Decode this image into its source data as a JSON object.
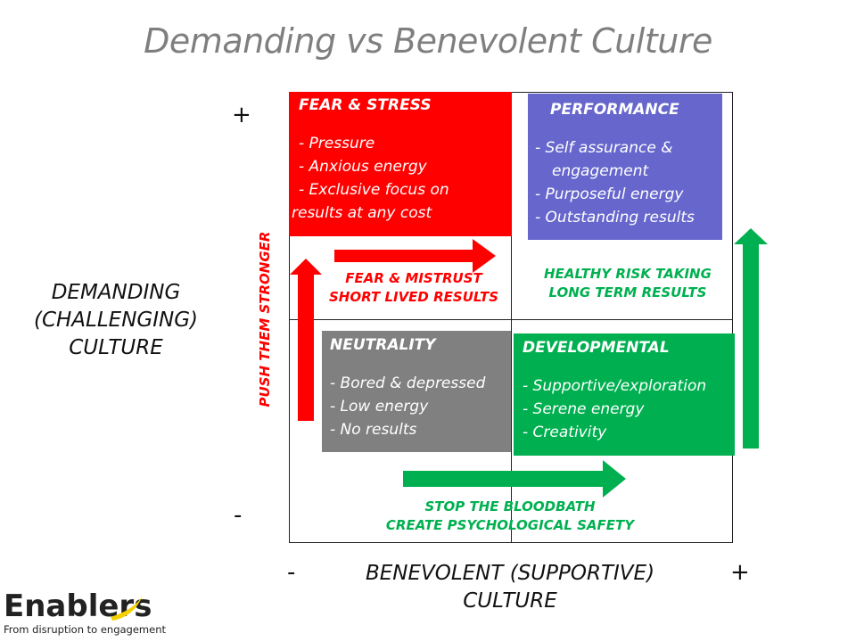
{
  "title": "Demanding vs Benevolent Culture",
  "quadrants": {
    "fear": {
      "heading": "FEAR & STRESS",
      "items": [
        "- Pressure",
        "- Anxious energy",
        "- Exclusive focus on",
        "results at any cost"
      ],
      "color": "#ff0000"
    },
    "performance": {
      "heading": "PERFORMANCE",
      "items": [
        "- Self assurance &",
        "engagement",
        "- Purposeful energy",
        "- Outstanding results"
      ],
      "color": "#6666cc"
    },
    "neutrality": {
      "heading": "NEUTRALITY",
      "items": [
        "- Bored & depressed",
        "- Low energy",
        "- No results"
      ],
      "color": "#808080"
    },
    "developmental": {
      "heading": "DEVELOPMENTAL",
      "items": [
        "- Supportive/exploration",
        "- Serene energy",
        "- Creativity"
      ],
      "color": "#00b050"
    }
  },
  "labels": {
    "fear_mistrust": [
      "FEAR & MISTRUST",
      "SHORT LIVED RESULTS"
    ],
    "healthy_risk": [
      "HEALTHY RISK TAKING",
      "LONG TERM RESULTS"
    ],
    "bloodbath": [
      "STOP THE BLOODBATH",
      "CREATE PSYCHOLOGICAL SAFETY"
    ],
    "push_stronger": "PUSH THEM STRONGER"
  },
  "axes": {
    "y_label": [
      "DEMANDING",
      "(CHALLENGING)",
      "CULTURE"
    ],
    "x_label": [
      "BENEVOLENT (SUPPORTIVE)",
      "CULTURE"
    ],
    "y_plus": "+",
    "y_minus": "-",
    "x_minus": "-",
    "x_plus": "+"
  },
  "logo": {
    "name": "Enablers",
    "tagline": "From disruption to engagement"
  },
  "colors": {
    "red": "#ff0000",
    "green": "#00b050",
    "title_gray": "#7f7f7f"
  }
}
